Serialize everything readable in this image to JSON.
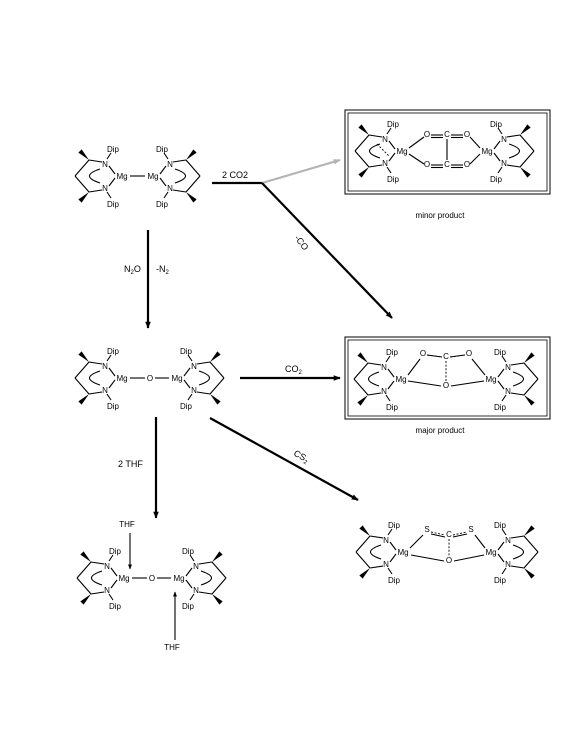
{
  "atoms": {
    "dip": "Dip",
    "n": "N",
    "mg": "Mg",
    "o": "O",
    "c": "C",
    "s": "S",
    "thf": "THF"
  },
  "reagents": {
    "top_right": "2 CO2",
    "minus_co": "-CO",
    "n2o": "N",
    "n2o_sub": "2",
    "n2o_tail": "O",
    "minus_n2": "-N",
    "minus_n2_sub": "2",
    "co2_middle": "CO",
    "co2_middle_sub": "2",
    "cs2": "CS",
    "cs2_sub": "2",
    "two_thf": "2 THF"
  },
  "captions": {
    "minor": "minor product",
    "major": "major product"
  },
  "colors": {
    "ink": "#000000",
    "grey_arrow": "#b3b3b3"
  }
}
